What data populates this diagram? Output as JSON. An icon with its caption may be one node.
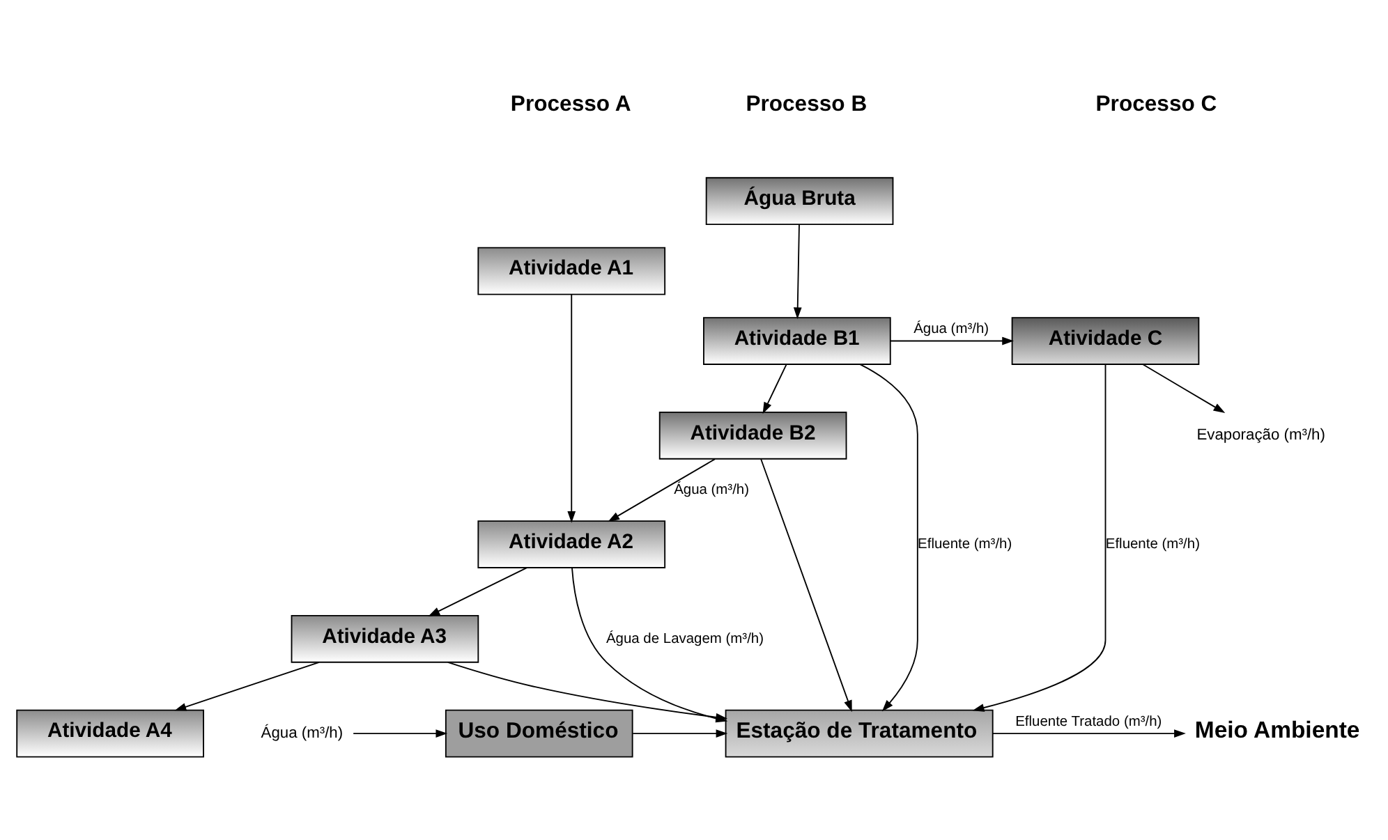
{
  "diagram": {
    "nodes": [
      {
        "text": [
          "Atividade A1"
        ]
      },
      {
        "text": [
          "Atividade A2"
        ]
      },
      {
        "text": [
          "Atividade A3"
        ]
      },
      {
        "text": [
          "Atividade A4"
        ]
      },
      {
        "text": [
          "Água Bruta"
        ]
      },
      {
        "text": [
          "Atividade B1"
        ]
      },
      {
        "text": [
          "Atividade B2"
        ]
      },
      {
        "text": [
          "Atividade C"
        ]
      },
      {
        "text": [
          "Evaporação (m³/h)"
        ]
      },
      {
        "text": [
          "Água (m³/h)"
        ]
      },
      {
        "text": [
          "Uso Doméstico"
        ]
      },
      {
        "text": [
          "Estação de Tratamento"
        ]
      },
      {
        "text": [
          "Meio Ambiente"
        ]
      }
    ],
    "edges": [
      {
        "from": 0,
        "to": 1,
        "arrow": "to"
      },
      {
        "from": 1,
        "to": 2,
        "arrow": "to"
      },
      {
        "from": 2,
        "to": 3,
        "arrow": "to"
      },
      {
        "from": 4,
        "to": 5,
        "arrow": "to"
      },
      {
        "from": 5,
        "to": 6,
        "arrow": "to"
      },
      {
        "from": 5,
        "to": 7,
        "arrow": "to",
        "label": "Água (m³/h)"
      },
      {
        "from": 7,
        "to": 8,
        "arrow": "to"
      },
      {
        "from": 6,
        "to": 1,
        "arrow": "to",
        "label": "Água (m³/h)"
      },
      {
        "from": 5,
        "to": 11,
        "arrow": "to",
        "label": "Efluente (m³/h)"
      },
      {
        "from": 1,
        "to": 11,
        "arrow": "to",
        "label": "Água de Lavagem (m³/h)"
      },
      {
        "from": 2,
        "to": 11,
        "arrow": "to"
      },
      {
        "from": 6,
        "to": 11,
        "arrow": "to"
      },
      {
        "from": 7,
        "to": 11,
        "arrow": "to",
        "label": "Efluente (m³/h)"
      },
      {
        "from": 9,
        "to": 10,
        "arrow": "to"
      },
      {
        "from": 10,
        "to": 11,
        "arrow": "to"
      },
      {
        "from": 11,
        "to": 12,
        "arrow": "to",
        "label": "Efluente Tratado (m³/h)"
      }
    ],
    "labels": [
      "Processo A",
      "Processo B",
      "Processo C"
    ]
  }
}
